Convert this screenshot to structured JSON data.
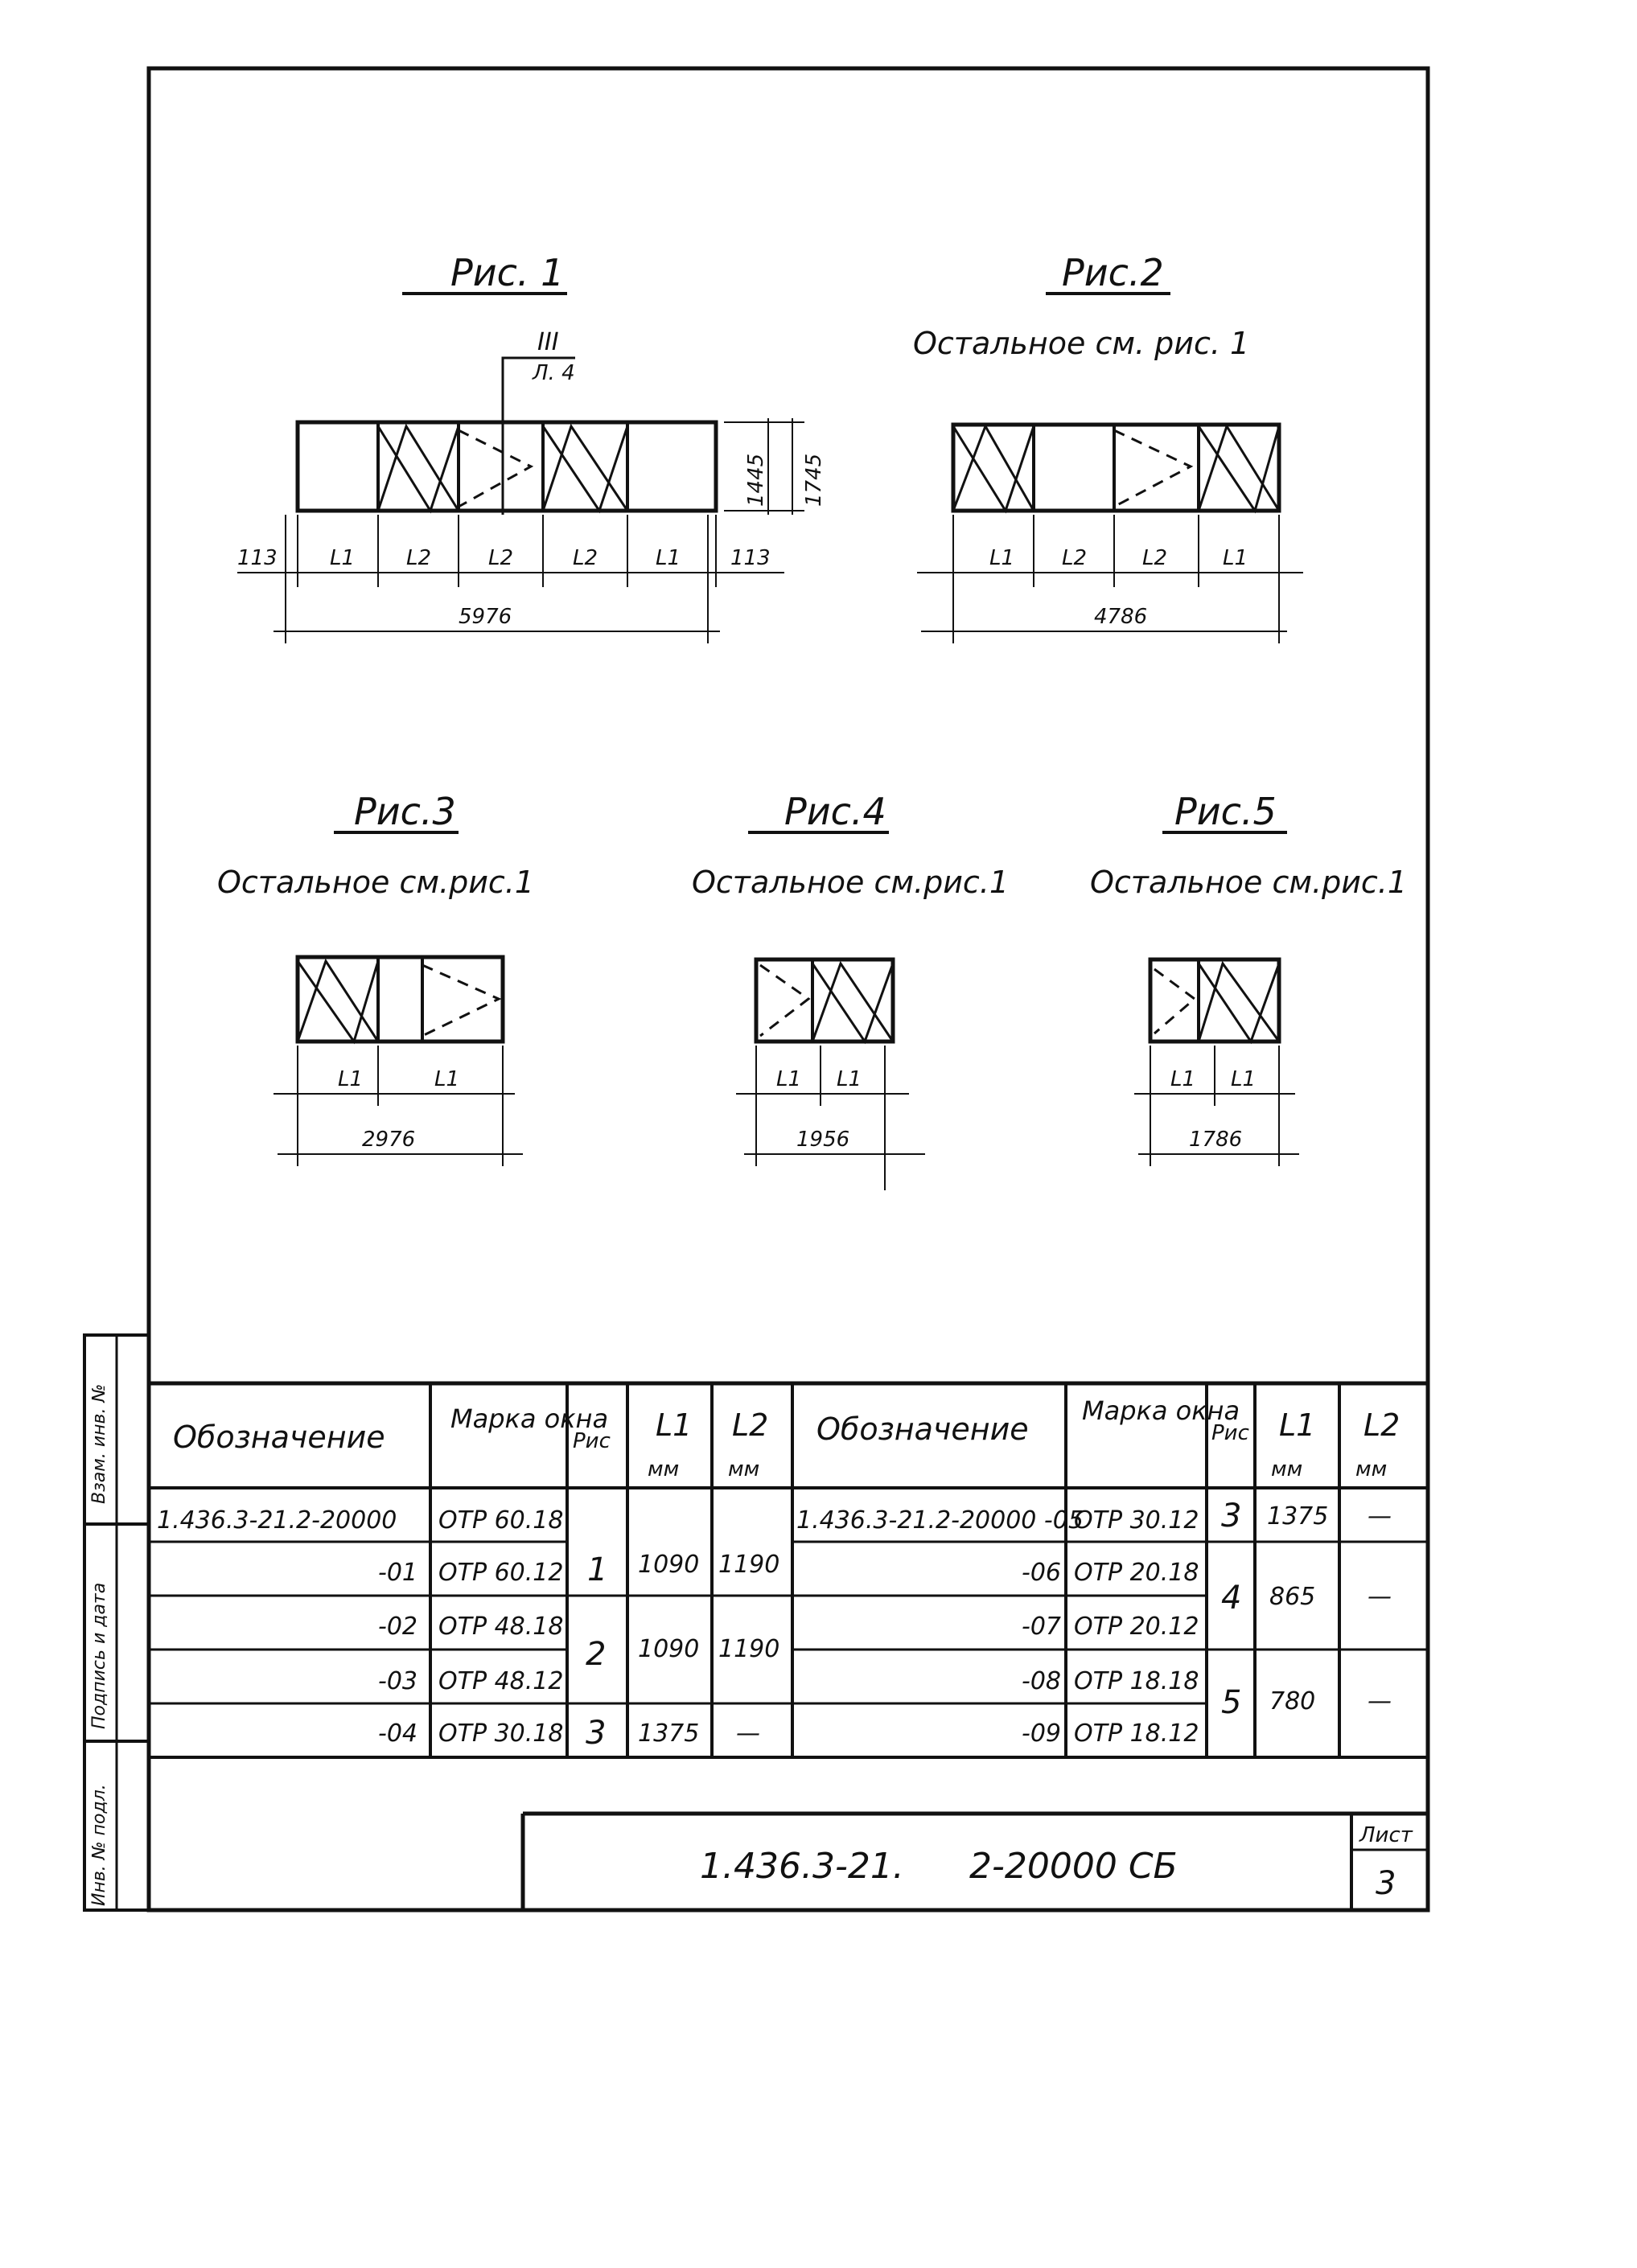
{
  "figures": [
    {
      "title": "Рис. 1",
      "note": "",
      "section_mark": {
        "numeral": "III",
        "sheet": "Л. 4"
      },
      "dims": {
        "left_edge": "113",
        "right_edge": "113",
        "segments": [
          "L1",
          "L2",
          "L2",
          "L2",
          "L1"
        ],
        "total": "5976",
        "height_inner": "1445",
        "height_outer": "1745"
      }
    },
    {
      "title": "Рис.2",
      "note": "Остальное см.   рис. 1",
      "dims": {
        "segments": [
          "L1",
          "L2",
          "L2",
          "L1"
        ],
        "total": "4786"
      }
    },
    {
      "title": "Рис.3",
      "note": "Остальное см.рис.1",
      "dims": {
        "segments": [
          "L1",
          "L1"
        ],
        "total": "2976"
      }
    },
    {
      "title": "Рис.4",
      "note": "Остальное см.рис.1",
      "dims": {
        "segments": [
          "L1",
          "L1"
        ],
        "total": "1956"
      }
    },
    {
      "title": "Рис.5",
      "note": "Остальное см.рис.1",
      "dims": {
        "segments": [
          "L1",
          "L1"
        ],
        "total": "1786"
      }
    }
  ],
  "table": {
    "headers": {
      "designation": "Обозначение",
      "mark": "Марка окна",
      "fig": "Рис",
      "fig_short": "Рис",
      "l1": "L1",
      "l2": "L2",
      "unit": "мм"
    },
    "left_rows": [
      {
        "designation": "1.436.3-21.2-20000",
        "mark": "ОТР 60.18"
      },
      {
        "designation": "-01",
        "mark": "ОТР 60.12"
      },
      {
        "designation": "-02",
        "mark": "ОТР 48.18"
      },
      {
        "designation": "-03",
        "mark": "ОТР 48.12"
      },
      {
        "designation": "-04",
        "mark": "ОТР 30.18"
      }
    ],
    "left_groups": [
      {
        "fig": "1",
        "l1": "1090",
        "l2": "1190"
      },
      {
        "fig": "2",
        "l1": "1090",
        "l2": "1190"
      },
      {
        "fig": "3",
        "l1": "1375",
        "l2": "—"
      }
    ],
    "right_rows": [
      {
        "designation": "1.436.3-21.2-20000 -05",
        "mark": "ОТР 30.12"
      },
      {
        "designation": "-06",
        "mark": "ОТР 20.18"
      },
      {
        "designation": "-07",
        "mark": "ОТР 20.12"
      },
      {
        "designation": "-08",
        "mark": "ОТР 18.18"
      },
      {
        "designation": "-09",
        "mark": "ОТР 18.12"
      }
    ],
    "right_groups": [
      {
        "fig": "3",
        "l1": "1375",
        "l2": "—"
      },
      {
        "fig": "4",
        "l1": "865",
        "l2": "—"
      },
      {
        "fig": "5",
        "l1": "780",
        "l2": "—"
      }
    ]
  },
  "title_block": {
    "code": "1.436.3-21.",
    "doc": "2-20000 СБ",
    "sheet_label": "Лист",
    "sheet_number": "3"
  },
  "side_strip": {
    "cells": [
      "Взам. инв. №",
      "Подпись и дата",
      "Инв. № подл."
    ]
  }
}
